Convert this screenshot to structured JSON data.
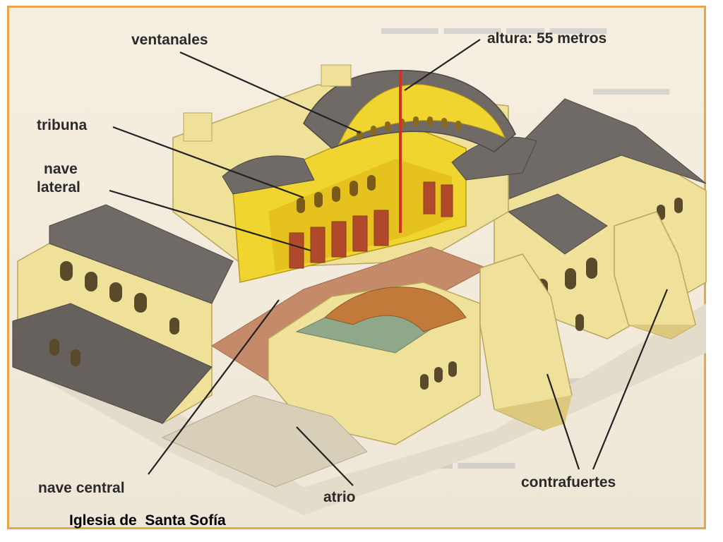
{
  "labels": {
    "ventanales": "ventanales",
    "altura": "altura: 55 metros",
    "tribuna": "tribuna",
    "nave_lateral_1": "nave",
    "nave_lateral_2": "lateral",
    "nave_central": "nave central",
    "atrio": "atrio",
    "contrafuertes": "contrafuertes"
  },
  "caption": "Iglesia de  Santa Sofía",
  "colors": {
    "frame": "#e7a64a",
    "walls": "#efe09a",
    "interior": "#f0d530",
    "roof": "#6f6a66",
    "height_line": "#d4301f"
  }
}
